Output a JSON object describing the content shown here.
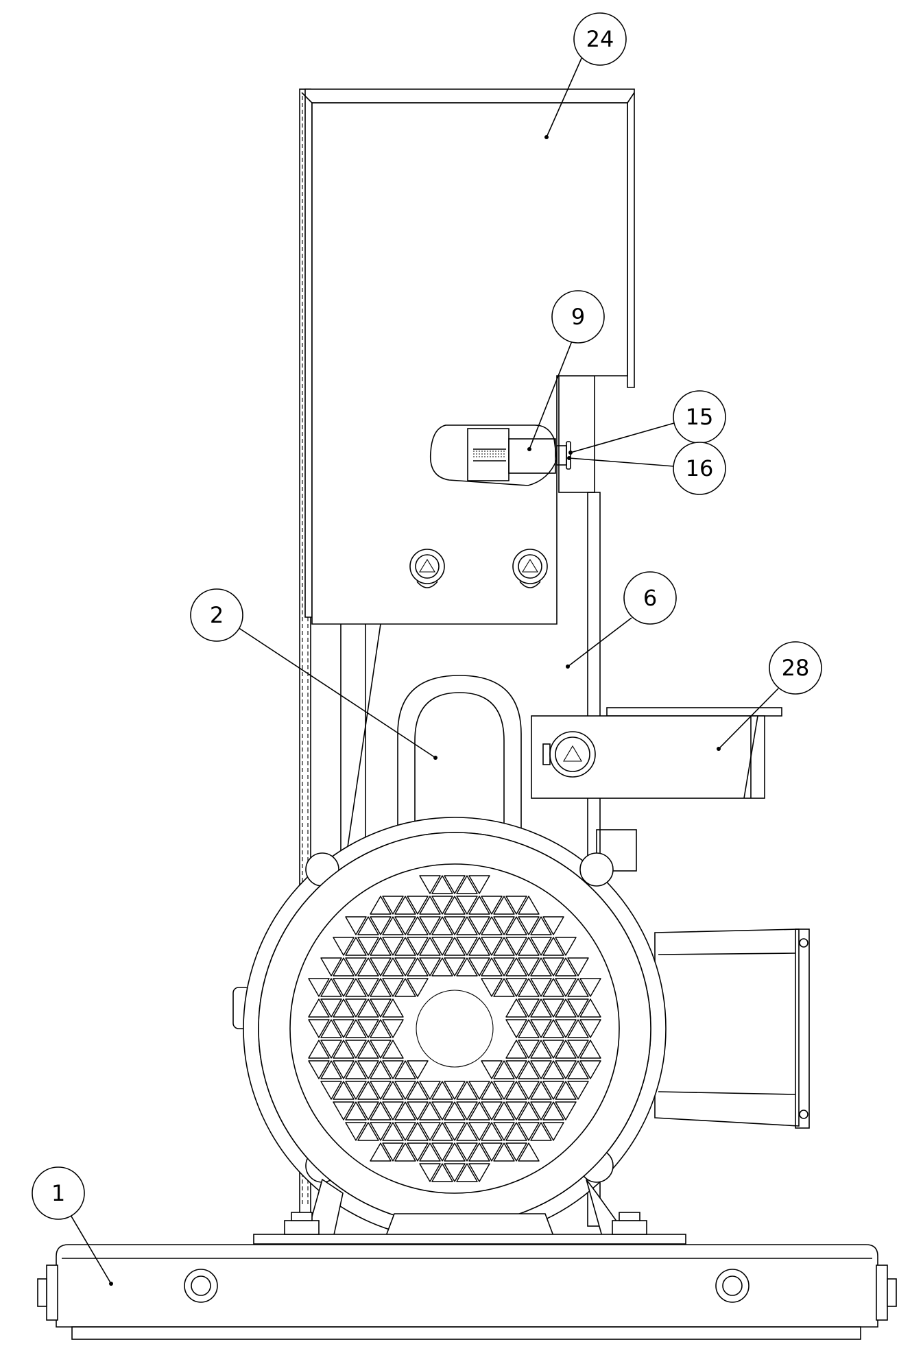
{
  "drawing": {
    "balloons": [
      {
        "id": "balloon-24",
        "label": "24"
      },
      {
        "id": "balloon-9",
        "label": "9"
      },
      {
        "id": "balloon-15",
        "label": "15"
      },
      {
        "id": "balloon-16",
        "label": "16"
      },
      {
        "id": "balloon-6",
        "label": "6"
      },
      {
        "id": "balloon-2",
        "label": "2"
      },
      {
        "id": "balloon-28",
        "label": "28"
      },
      {
        "id": "balloon-1",
        "label": "1"
      }
    ]
  },
  "colors": {
    "line": "#000000",
    "background": "#ffffff"
  }
}
